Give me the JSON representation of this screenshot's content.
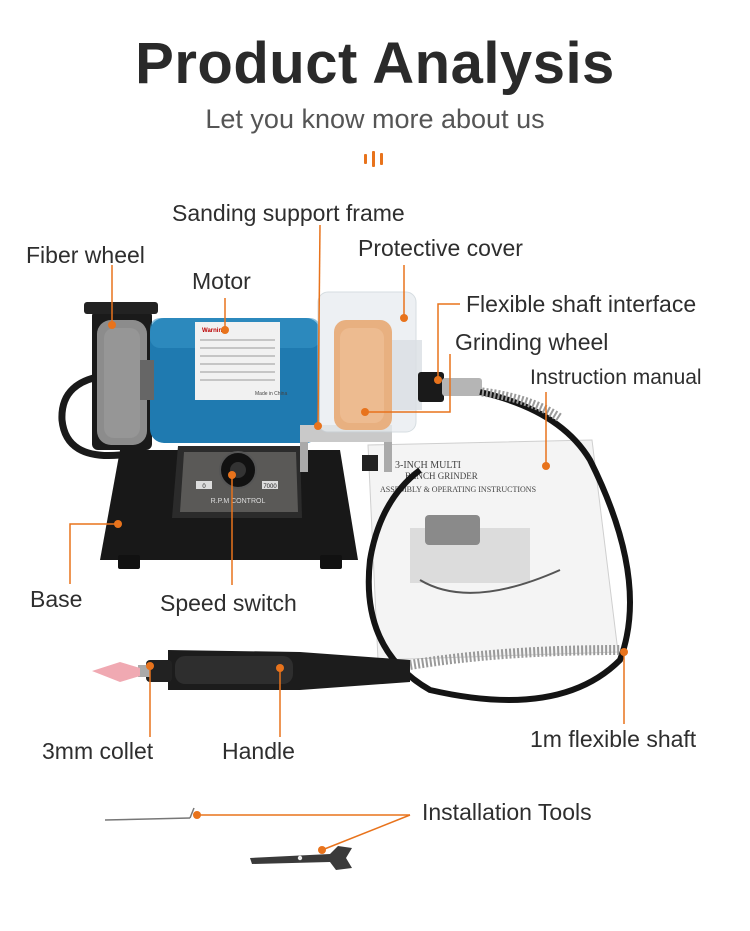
{
  "header": {
    "title": "Product Analysis",
    "subtitle": "Let you know more about us"
  },
  "colors": {
    "accent": "#e8731c",
    "motor_blue": "#1f7ab0",
    "base_black": "#1a1a1a",
    "wheel_grey": "#8c8c8c",
    "wheel_sand": "#e8b080"
  },
  "labels": {
    "sanding_support_frame": "Sanding support frame",
    "fiber_wheel": "Fiber wheel",
    "protective_cover": "Protective cover",
    "motor": "Motor",
    "flexible_shaft_interface": "Flexible shaft interface",
    "grinding_wheel": "Grinding wheel",
    "instruction_manual": "Instruction manual",
    "base": "Base",
    "speed_switch": "Speed switch",
    "collet": "3mm collet",
    "handle": "Handle",
    "flexible_shaft": "1m flexible shaft",
    "installation_tools": "Installation Tools"
  },
  "product_print": {
    "control_label": "R.P.M CONTROL",
    "dial_min": "0",
    "dial_max": "7000",
    "manual_line1": "3-INCH MULTI",
    "manual_line2": "BENCH GRINDER",
    "manual_line3": "ASSEMBLY & OPERATING INSTRUCTIONS",
    "warning_label": "Warning",
    "made_in": "Made in China"
  }
}
